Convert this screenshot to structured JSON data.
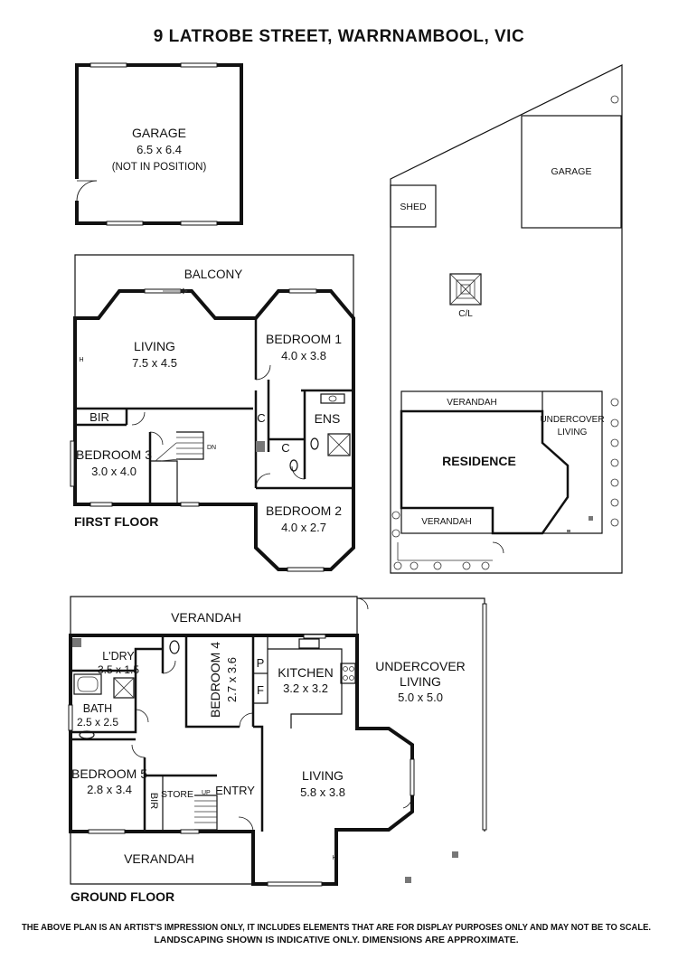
{
  "title": "9 LATROBE STREET, WARRNAMBOOL, VIC",
  "disclaimer": {
    "line1": "THE ABOVE PLAN IS AN ARTIST'S IMPRESSION ONLY, IT INCLUDES ELEMENTS THAT ARE FOR DISPLAY PURPOSES ONLY AND MAY NOT BE TO SCALE.",
    "line2": "LANDSCAPING SHOWN IS INDICATIVE ONLY. DIMENSIONS ARE APPROXIMATE."
  },
  "garage": {
    "name": "GARAGE",
    "size": "6.5 x 6.4",
    "note": "(NOT IN POSITION)"
  },
  "first_floor": {
    "label": "FIRST FLOOR",
    "balcony": "BALCONY",
    "living": {
      "name": "LIVING",
      "size": "7.5 x 4.5"
    },
    "bedroom1": {
      "name": "BEDROOM 1",
      "size": "4.0 x 3.8"
    },
    "bedroom2": {
      "name": "BEDROOM 2",
      "size": "4.0 x 2.7"
    },
    "bedroom3": {
      "name": "BEDROOM 3",
      "size": "3.0 x 4.0"
    },
    "bir": "BIR",
    "ens": "ENS",
    "c1": "C",
    "c2": "C",
    "dn": "DN",
    "h": "H"
  },
  "ground_floor": {
    "label": "GROUND FLOOR",
    "verandah_top": "VERANDAH",
    "verandah_bottom": "VERANDAH",
    "laundry": {
      "name": "L'DRY",
      "size": "3.5 x 1.5"
    },
    "bath": {
      "name": "BATH",
      "size": "2.5 x 2.5"
    },
    "bedroom4": {
      "name": "BEDROOM 4",
      "size": "2.7 x 3.6"
    },
    "bedroom5": {
      "name": "BEDROOM 5",
      "size": "2.8 x 3.4"
    },
    "kitchen": {
      "name": "KITCHEN",
      "size": "3.2 x 3.2"
    },
    "living": {
      "name": "LIVING",
      "size": "5.8 x 3.8"
    },
    "undercover": {
      "name1": "UNDERCOVER",
      "name2": "LIVING",
      "size": "5.0 x 5.0"
    },
    "entry": "ENTRY",
    "store": "STORE",
    "bir": "BIR",
    "p": "P",
    "f": "F",
    "up": "UP",
    "h": "H"
  },
  "site_plan": {
    "shed": "SHED",
    "garage": "GARAGE",
    "cl": "C/L",
    "verandah_top": "VERANDAH",
    "verandah_bottom": "VERANDAH",
    "residence": "RESIDENCE",
    "undercover1": "UNDERCOVER",
    "undercover2": "LIVING"
  }
}
